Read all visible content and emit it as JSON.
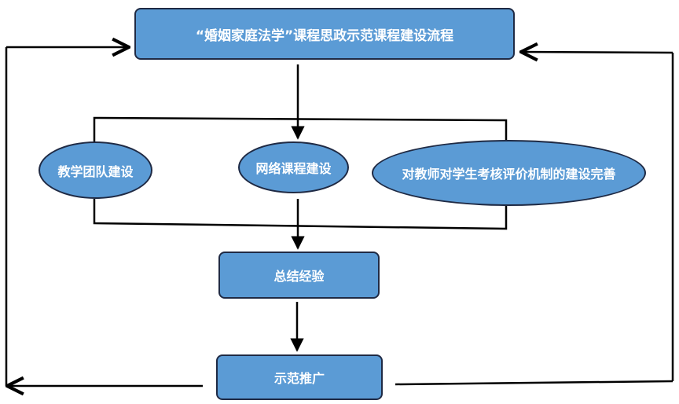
{
  "nodes": {
    "title": "“婚姻家庭法学”课程思政示范课程建设流程",
    "team": "教学团队建设",
    "network": "网络课程建设",
    "evaluation": "对教师对学生考核评价机制的建设完善",
    "summary": "总结经验",
    "promotion": "示范推广"
  },
  "colors": {
    "node_fill": "#5b9bd5",
    "node_border": "#1f2a44",
    "line": "#000000",
    "text": "#ffffff"
  }
}
